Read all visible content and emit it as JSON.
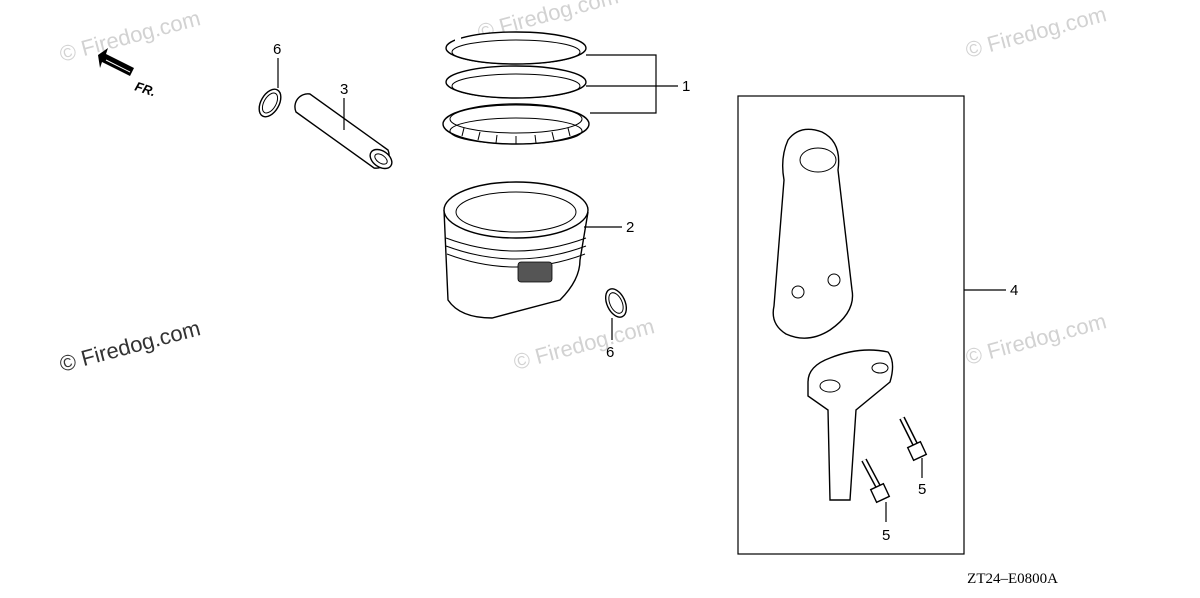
{
  "watermarks": [
    {
      "text": "© Firedog.com"
    },
    {
      "text": "© Firedog.com"
    },
    {
      "text": "© Firedog.com"
    },
    {
      "text": "© Firedog.com"
    },
    {
      "text": "© Firedog.com"
    },
    {
      "text": "© Firedog.com"
    }
  ],
  "direction_marker": {
    "text": "FR.",
    "icon": "front-direction-arrow-icon"
  },
  "callouts": {
    "piston_ring_set": "1",
    "piston": "2",
    "piston_pin": "3",
    "connecting_rod_assembly": "4",
    "rod_bolt_right": "5",
    "rod_bolt_left": "5",
    "clip_left": "6",
    "clip_right": "6"
  },
  "diagram_code": "ZT24–E0800A"
}
